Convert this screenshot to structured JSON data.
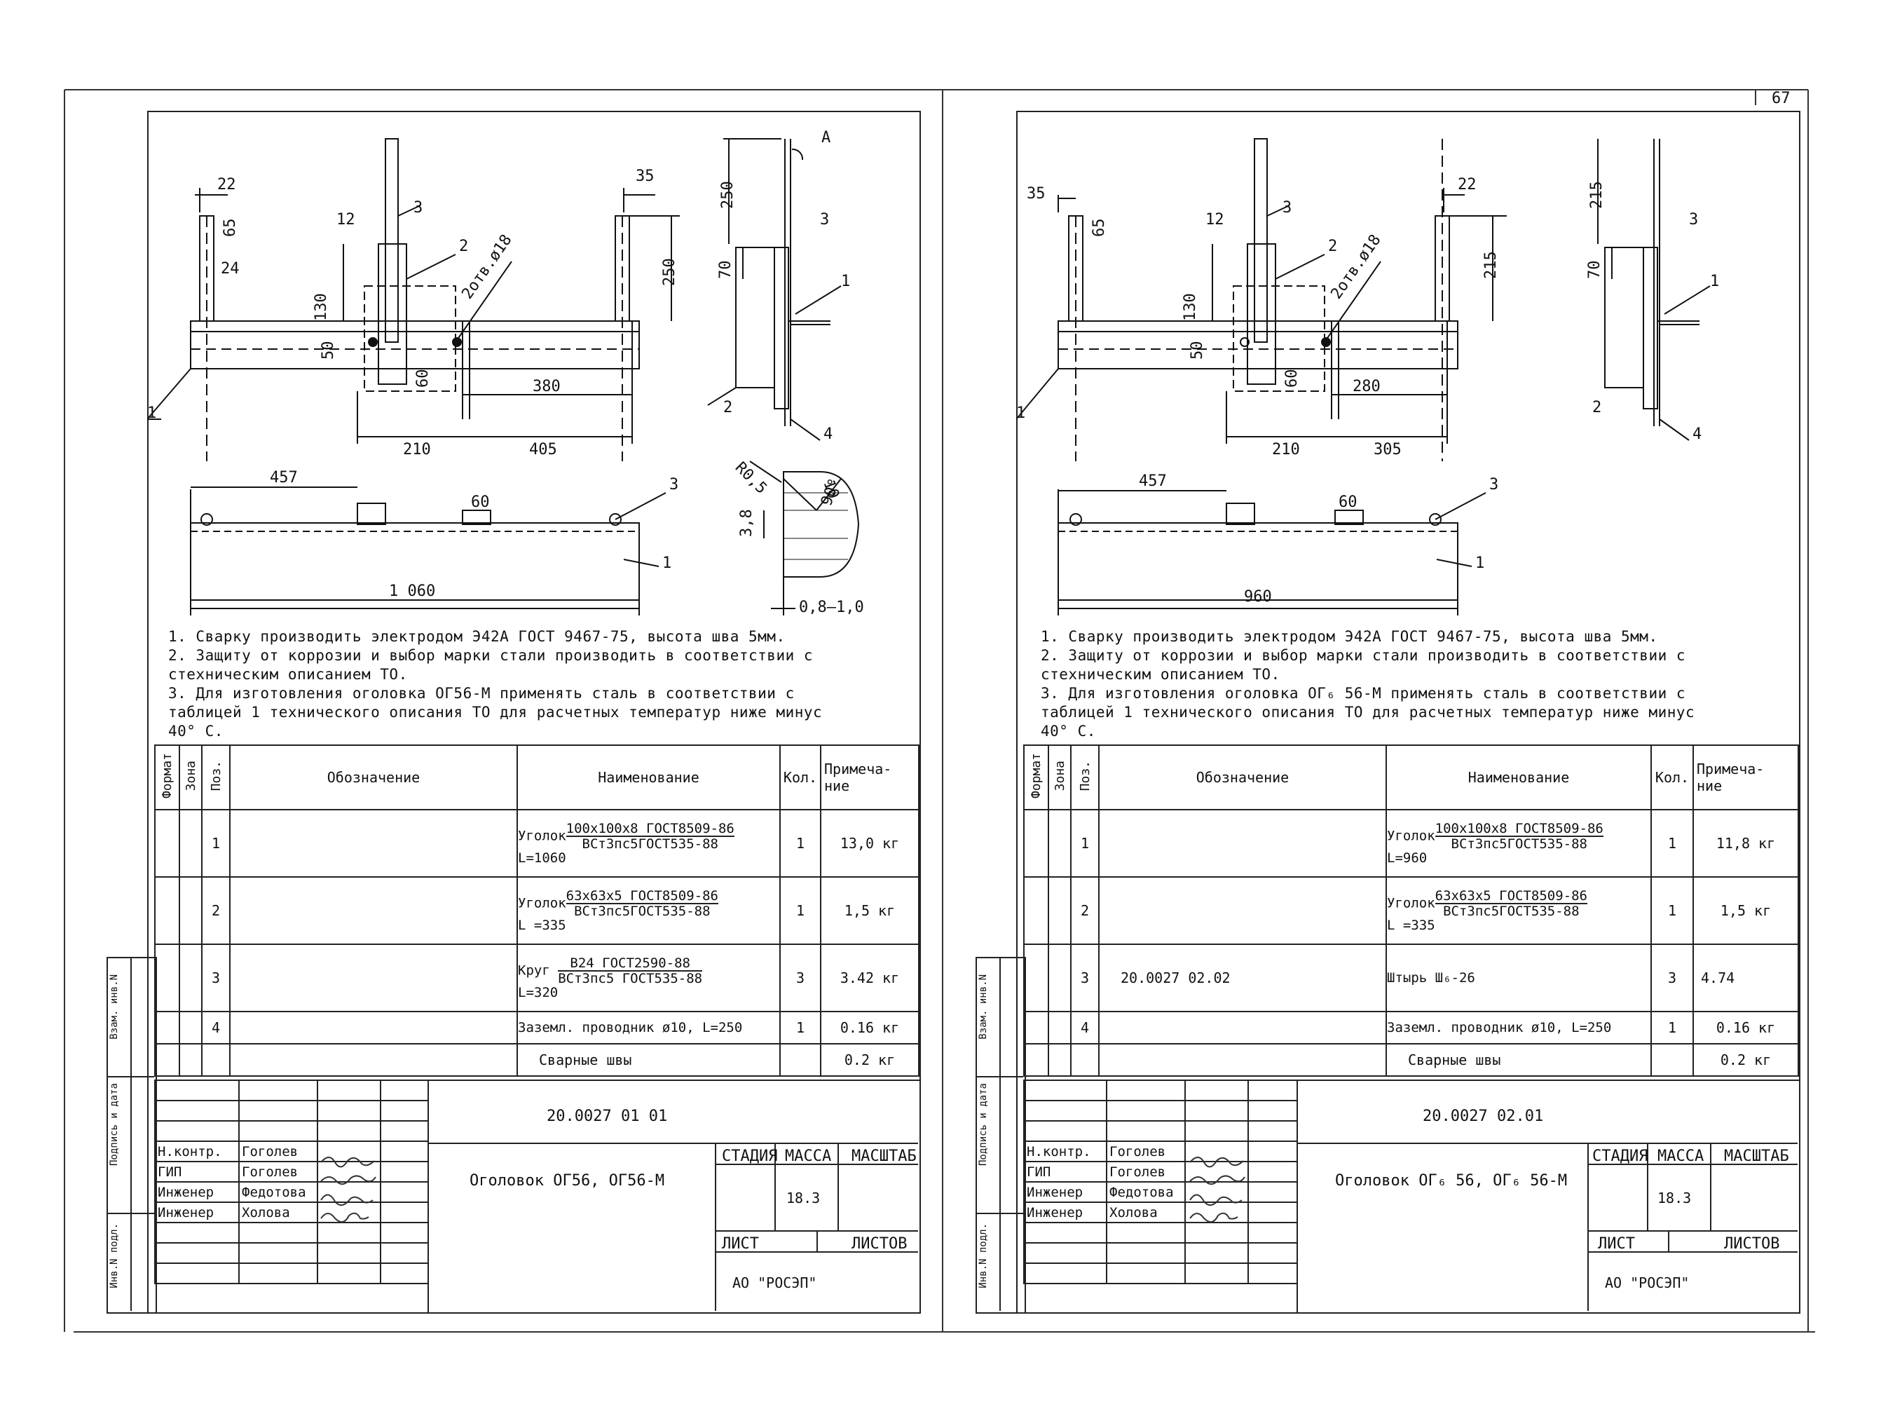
{
  "page_number": "67",
  "left": {
    "dims": {
      "d22": "22",
      "d35": "35",
      "d65": "65",
      "d24": "24",
      "d12": "12",
      "d3": "3",
      "d2": "2",
      "hole": "2отв.ø18",
      "d250a": "250",
      "d130": "130",
      "d50": "50",
      "d60": "60",
      "d380": "380",
      "d210": "210",
      "d405": "405",
      "d1": "1",
      "d457": "457",
      "d60b": "60",
      "d3b": "3",
      "d1b": "1",
      "d1060": "1 060",
      "side_250": "250",
      "side_A": "A",
      "side_3": "3",
      "side_70": "70",
      "side_1": "1",
      "side_2": "2",
      "side_4": "4",
      "r05": "R0,5",
      "d38": "3,8",
      "d10": "10",
      "d90": "90°",
      "d0810": "0,8–1,0"
    },
    "notes": [
      "1. Сварку производить электродом Э42А ГОСТ 9467-75, высота шва 5мм.",
      "2. Защиту от коррозии и выбор марки стали производить в соответствии с",
      "стехническим описанием ТО.",
      "3. Для изготовления оголовка ОГ56-М применять сталь в соответствии с",
      "таблицей 1 технического описания ТО для расчетных температур ниже минус",
      "40° С."
    ],
    "headers": {
      "format": "Формат",
      "zone": "Зона",
      "pos": "Поз.",
      "designation": "Обозначение",
      "name": "Наименование",
      "qty": "Кол.",
      "note": "Примеча-\nние"
    },
    "rows": [
      {
        "pos": "1",
        "designation": "",
        "name_prefix": "Уголок",
        "name_top": "100x100x8 ГОСТ8509-86",
        "name_bottom": "ВСт3пс5ГОСТ535-88",
        "name_len": "L=1060",
        "qty": "1",
        "note": "13,0 кг"
      },
      {
        "pos": "2",
        "designation": "",
        "name_prefix": "Уголок",
        "name_top": "63x63x5 ГОСТ8509-86",
        "name_bottom": "ВСт3пс5ГОСТ535-88",
        "name_len": "L =335",
        "qty": "1",
        "note": "1,5 кг"
      },
      {
        "pos": "3",
        "designation": "",
        "name_prefix": "Круг",
        "name_top": "В24 ГОСТ2590-88",
        "name_bottom": "ВСт3пс5 ГОСТ535-88",
        "name_len": "L=320",
        "qty": "3",
        "note": "3.42 кг"
      },
      {
        "pos": "4",
        "designation": "",
        "name_plain": "Заземл. проводник ø10, L=250",
        "qty": "1",
        "note": "0.16 кг"
      },
      {
        "pos": "",
        "designation": "",
        "name_plain": "Сварные швы",
        "qty": "",
        "note": "0.2 кг"
      }
    ],
    "stamp": {
      "code": "20.0027 01 01",
      "title": "Оголовок ОГ56, ОГ56-М",
      "roles": [
        "Н.контр.",
        "ГИП",
        "Инженер",
        "Инженер"
      ],
      "names": [
        "Гоголев",
        "Гоголев",
        "Федотова",
        "Холова"
      ],
      "stage": "СТАДИЯ",
      "mass": "МАССА",
      "scale": "МАСШТАБ",
      "mass_value": "18.3",
      "sheet": "ЛИСТ",
      "sheets": "ЛИСТОВ",
      "org": "АО \"РОСЭП\""
    },
    "side": {
      "l1": "Взам. инв.N",
      "l2": "Подпись и дата",
      "l3": "Инв.N подл."
    }
  },
  "right": {
    "dims": {
      "d35": "35",
      "d65": "65",
      "d22": "22",
      "d12": "12",
      "d3": "3",
      "d2": "2",
      "hole": "2отв.ø18",
      "d215a": "215",
      "d130": "130",
      "d50": "50",
      "d60": "60",
      "d280": "280",
      "d210": "210",
      "d305": "305",
      "d1": "1",
      "d457": "457",
      "d60b": "60",
      "d3b": "3",
      "d1b": "1",
      "d960": "960",
      "side_215": "215",
      "side_3": "3",
      "side_70": "70",
      "side_1": "1",
      "side_2": "2",
      "side_4": "4"
    },
    "notes": [
      "1. Сварку производить электродом Э42А ГОСТ 9467-75, высота шва 5мм.",
      "2. Защиту от коррозии и выбор марки стали производить в соответствии с",
      "стехническим описанием ТО.",
      "3. Для изготовления оголовка ОГ₆ 56-М применять сталь в соответствии с",
      "таблицей 1 технического описания ТО для расчетных температур ниже минус",
      "40° С."
    ],
    "headers": {
      "format": "Формат",
      "zone": "Зона",
      "pos": "Поз.",
      "designation": "Обозначение",
      "name": "Наименование",
      "qty": "Кол.",
      "note": "Примеча-\nние"
    },
    "rows": [
      {
        "pos": "1",
        "designation": "",
        "name_prefix": "Уголок",
        "name_top": "100x100x8 ГОСТ8509-86",
        "name_bottom": "ВСт3пс5ГОСТ535-88",
        "name_len": "L=960",
        "qty": "1",
        "note": "11,8 кг"
      },
      {
        "pos": "2",
        "designation": "",
        "name_prefix": "Уголок",
        "name_top": "63x63x5 ГОСТ8509-86",
        "name_bottom": "ВСт3пс5ГОСТ535-88",
        "name_len": "L =335",
        "qty": "1",
        "note": "1,5 кг"
      },
      {
        "pos": "3",
        "designation": "20.0027 02.02",
        "name_plain": "Штырь Ш₆-26",
        "qty": "3",
        "note": "4.74"
      },
      {
        "pos": "4",
        "designation": "",
        "name_plain": "Заземл. проводник ø10, L=250",
        "qty": "1",
        "note": "0.16 кг"
      },
      {
        "pos": "",
        "designation": "",
        "name_plain": "Сварные швы",
        "qty": "",
        "note": "0.2 кг"
      }
    ],
    "stamp": {
      "code": "20.0027 02.01",
      "title": "Оголовок ОГ₆ 56, ОГ₆ 56-М",
      "roles": [
        "Н.контр.",
        "ГИП",
        "Инженер",
        "Инженер"
      ],
      "names": [
        "Гоголев",
        "Гоголев",
        "Федотова",
        "Холова"
      ],
      "stage": "СТАДИЯ",
      "mass": "МАССА",
      "scale": "МАСШТАБ",
      "mass_value": "18.3",
      "sheet": "ЛИСТ",
      "sheets": "ЛИСТОВ",
      "org": "АО \"РОСЭП\""
    },
    "side": {
      "l1": "Взам. инв.N",
      "l2": "Подпись и дата",
      "l3": "Инв.N подл."
    }
  }
}
